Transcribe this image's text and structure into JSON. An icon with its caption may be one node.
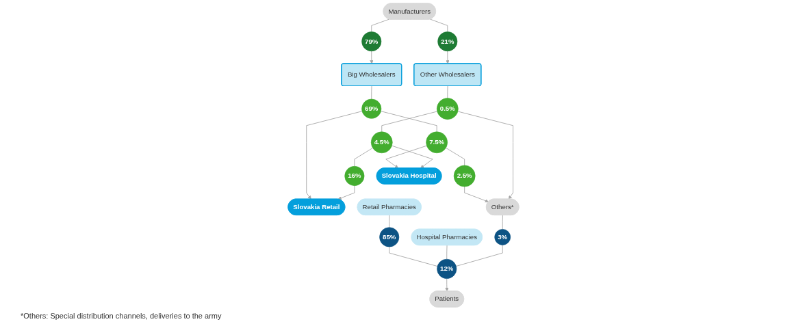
{
  "diagram": {
    "nodes": [
      {
        "text": [
          "79%"
        ]
      },
      {
        "text": [
          "Manufacturers"
        ]
      },
      {
        "text": [
          "21%"
        ]
      },
      {
        "text": [
          "Big Wholesalers"
        ]
      },
      {
        "text": [
          "Other Wholesalers"
        ]
      },
      {
        "text": [
          "16%"
        ]
      },
      {
        "text": [
          "4.5%"
        ]
      },
      {
        "text": [
          "0.5%"
        ]
      },
      {
        "text": [
          "69%"
        ]
      },
      {
        "text": [
          "7.5%"
        ]
      },
      {
        "text": [
          "2.5%"
        ]
      },
      {
        "text": [
          "Slovakia Retail"
        ]
      },
      {
        "text": [
          "Slovakia Hospital"
        ]
      },
      {
        "text": [
          "Others*"
        ]
      },
      {
        "text": [
          "Retail Pharmacies"
        ]
      },
      {
        "text": [
          "Hospital Pharmacies"
        ]
      },
      {
        "text": [
          "85%"
        ]
      },
      {
        "text": [
          "12%"
        ]
      },
      {
        "text": [
          "3%"
        ]
      },
      {
        "text": [
          "Patients"
        ]
      }
    ],
    "edges": [
      {
        "from": 1,
        "to": 0,
        "arrow": "none"
      },
      {
        "from": 0,
        "to": 3,
        "arrow": "to"
      },
      {
        "from": 1,
        "to": 2,
        "arrow": "none"
      },
      {
        "from": 2,
        "to": 4,
        "arrow": "to"
      },
      {
        "from": 3,
        "to": 8,
        "arrow": "none"
      },
      {
        "from": 8,
        "to": 11,
        "arrow": "to"
      },
      {
        "from": 8,
        "to": 9,
        "arrow": "none"
      },
      {
        "from": 9,
        "to": 12,
        "arrow": "to"
      },
      {
        "from": 9,
        "to": 10,
        "arrow": "none"
      },
      {
        "from": 10,
        "to": 13,
        "arrow": "to"
      },
      {
        "from": 4,
        "to": 7,
        "arrow": "none"
      },
      {
        "from": 7,
        "to": 13,
        "arrow": "to"
      },
      {
        "from": 7,
        "to": 6,
        "arrow": "none"
      },
      {
        "from": 6,
        "to": 12,
        "arrow": "to"
      },
      {
        "from": 6,
        "to": 5,
        "arrow": "none"
      },
      {
        "from": 5,
        "to": 11,
        "arrow": "to"
      },
      {
        "from": 14,
        "to": 16,
        "arrow": "none"
      },
      {
        "from": 16,
        "to": 17,
        "arrow": "none"
      },
      {
        "from": 15,
        "to": 17,
        "arrow": "none"
      },
      {
        "from": 13,
        "to": 18,
        "arrow": "none"
      },
      {
        "from": 18,
        "to": 17,
        "arrow": "none"
      },
      {
        "from": 17,
        "to": 19,
        "arrow": "to"
      }
    ],
    "labels": [
      "*Others: Special distribution channels, deliveries to the army"
    ]
  }
}
